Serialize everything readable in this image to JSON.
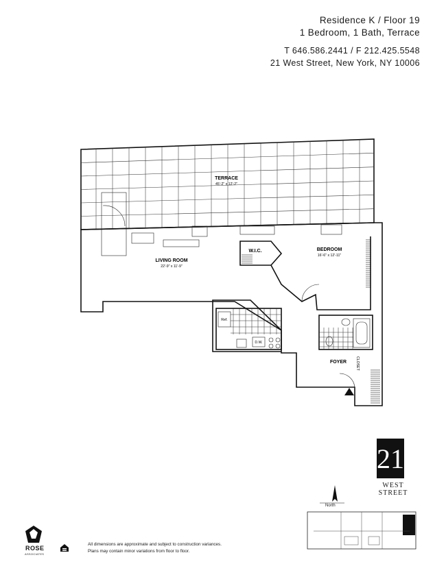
{
  "header": {
    "line1": "Residence K   /   Floor 19",
    "line2": "1 Bedroom, 1 Bath, Terrace",
    "line3": "T 646.586.2441   /   F 212.425.5548",
    "line4": "21 West Street, New York, NY 10006"
  },
  "plan": {
    "terrace_label": "TERRACE",
    "terrace_dim": "45'-2\" x 12'-2\"",
    "living_label": "LIVING ROOM",
    "living_dim": "22'-9\" x 11'-9\"",
    "bedroom_label": "BEDROOM",
    "bedroom_dim": "16'-6\" x 12'-11\"",
    "wic_label": "W.I.C.",
    "foyer_label": "FOYER",
    "ref_label": "Ref.",
    "dw_label": "D.W.",
    "closet_label": "CLOSET"
  },
  "brand": {
    "number": "21",
    "name": "WEST STREET"
  },
  "north_label": "North",
  "footnote": {
    "line1": "All dimensions are approximate and subject to construction variances.",
    "line2": "Plans may contain minor variations from floor to floor."
  },
  "developer": {
    "name": "ROSE",
    "sub": "ASSOCIATES"
  },
  "icons": {
    "entry": "entry-arrow-icon",
    "north": "north-arrow-icon",
    "equal_housing": "equal-housing-icon",
    "rose": "rose-logo-icon"
  }
}
